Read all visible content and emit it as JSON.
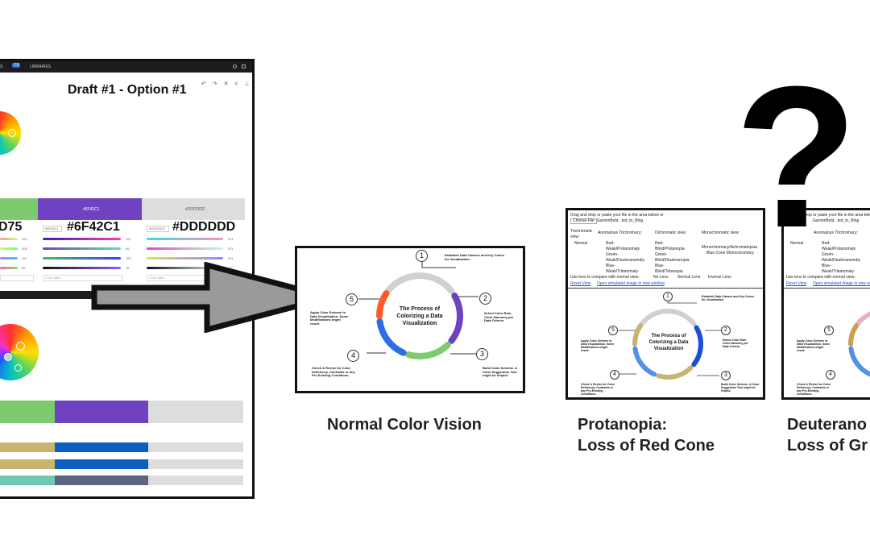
{
  "app": {
    "tabs": [
      "S",
      "LIBRARIES"
    ],
    "active_tab": "C6",
    "title": "Draft #1 - Option #1",
    "toolbar_glyphs": "↶ ↷ ✕ < ⊥",
    "swatches": [
      {
        "hex": "D75",
        "label": "",
        "color": "#7dcb6e"
      },
      {
        "hex": "#6F42C1",
        "label": "#6F42C1",
        "color": "#6f42c1"
      },
      {
        "hex": "#DDDDDD",
        "label": "#DDDDDD",
        "color": "#dddddd"
      }
    ],
    "hex_inputs": [
      "#6F42C1",
      "#DDDDDD"
    ],
    "slider_values_a": [
      "124",
      "205",
      "110",
      "80"
    ],
    "slider_values_b": [
      "111",
      "66",
      "193",
      "76"
    ],
    "slider_values_c": [
      "221",
      "221",
      "221",
      "87"
    ],
    "color_label_placeholder": "Color label",
    "bar_colors": {
      "green": "#7dcb6e",
      "purple": "#6f42c1",
      "gray": "#dddddd",
      "tan": "#c8b46e",
      "blue": "#0b5fbf",
      "teal": "#6ec9b0",
      "slate": "#5c6584"
    }
  },
  "diagram": {
    "title": "The Process of Colorizing a Data Visualization",
    "steps": [
      {
        "num": "1",
        "text": "Establish Data Classes and Key Colors for Visualization."
      },
      {
        "num": "2",
        "text": "Select Color Rule, Color Harmony per Data Criteria."
      },
      {
        "num": "3",
        "text": "Build Color Scheme. A Color Suggestion Tool might be helpful."
      },
      {
        "num": "4",
        "text": "Check & Revise for Color Deficiency, Contrasts or any Pre-Existing Conditions."
      },
      {
        "num": "5",
        "text": "Apply Color Scheme to Data Visualization. Some Modifications might result."
      }
    ]
  },
  "simulator": {
    "instruction": "Drag and drop or paste your file in the area below or",
    "choose_file": "Choose File",
    "file_name": "GarminBold...ted_to_Blog",
    "trichromatic_label": "Trichromatic view:",
    "normal": "Normal",
    "anomalous_label": "Anomalous Trichromacy:",
    "anomalous_items": [
      "Red-Weak/Protanomaly",
      "Green-Weak/Deuteranomaly",
      "Blue-Weak/Tritanomaly"
    ],
    "dichromatic_label": "Dichromatic view:",
    "dichromatic_items": [
      "Red-Blind/Protanopia",
      "Green-Blind/Deuteranopia",
      "Blue-Blind/Tritanopia"
    ],
    "monochromatic_label": "Monochromatic view:",
    "monochromatic_items": [
      "Monochromacy/Achromatopsia",
      "Blue Cone Monochromacy"
    ],
    "lens_prompt": "Use lens to compare with normal view:",
    "lens_options": [
      "No Lens",
      "Normal Lens",
      "Inverse Lens"
    ],
    "reset": "Reset View",
    "open_new": "Open simulated image in new window"
  },
  "captions": {
    "normal": "Normal Color Vision",
    "protanopia_line1": "Protanopia:",
    "protanopia_line2": "Loss of Red Cone",
    "deuteranopia_line1": "Deuterano",
    "deuteranopia_line2": "Loss of Gr"
  },
  "question_mark": "?",
  "ring_colors": {
    "normal": [
      "#d0d0d0",
      "#6f42c1",
      "#7dcb6e",
      "#2b6fe0",
      "#ff5a2a"
    ],
    "protanopia": [
      "#d0d0d0",
      "#1a4fd6",
      "#c8b46e",
      "#5590e8",
      "#c8b46e"
    ],
    "deuteranopia": [
      "#e8b0c0",
      "#1a4fd6",
      "#c8b46e",
      "#5590e8",
      "#c8a050"
    ]
  }
}
